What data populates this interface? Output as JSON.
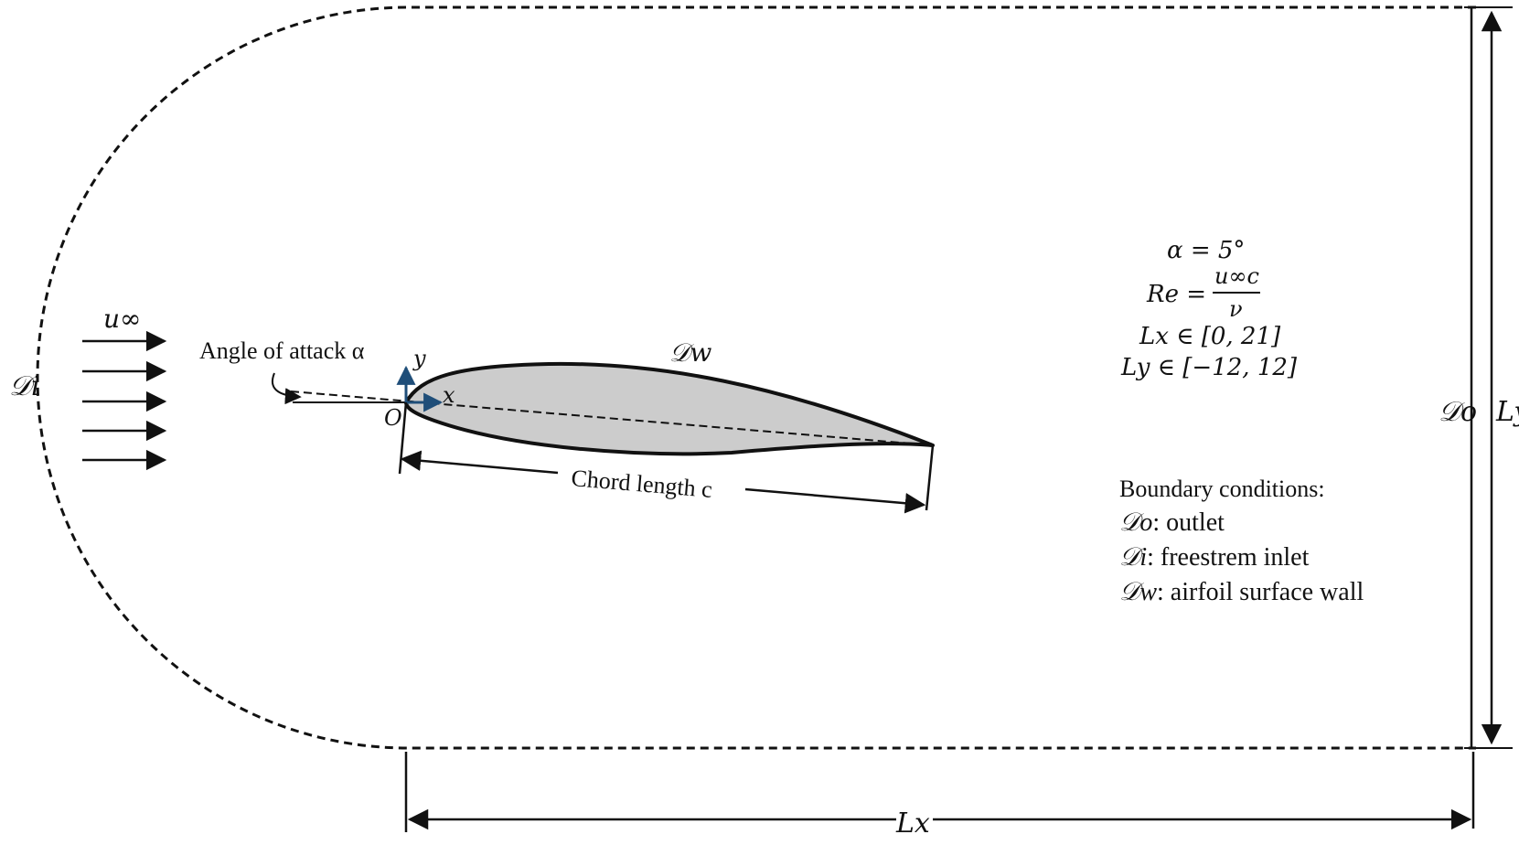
{
  "colors": {
    "stroke": "#111111",
    "airfoil_fill": "#cccccc",
    "axis_blue": "#1f4e79"
  },
  "labels": {
    "u_inf": "u∞",
    "angle_of_attack": "Angle of attack α",
    "d_w": "𝒟w",
    "d_i": "𝒟i",
    "d_o": "𝒟o",
    "l_y": "Ly",
    "l_x": "Lx",
    "origin": "O",
    "axis_x": "x",
    "axis_y": "y",
    "chord": "Chord length c"
  },
  "params": {
    "alpha": "α = 5°",
    "re_lhs": "Re =",
    "re_num": "u∞c",
    "re_den": "ν",
    "lx_range": "Lx ∈ [0, 21]",
    "ly_range": "Ly ∈ [−12, 12]"
  },
  "boundary": {
    "heading": "Boundary conditions:",
    "items": [
      {
        "sym": "𝒟o",
        "desc": ": outlet"
      },
      {
        "sym": "𝒟i",
        "desc": ": freestrem inlet"
      },
      {
        "sym": "𝒟w",
        "desc": ": airfoil surface wall"
      }
    ]
  }
}
